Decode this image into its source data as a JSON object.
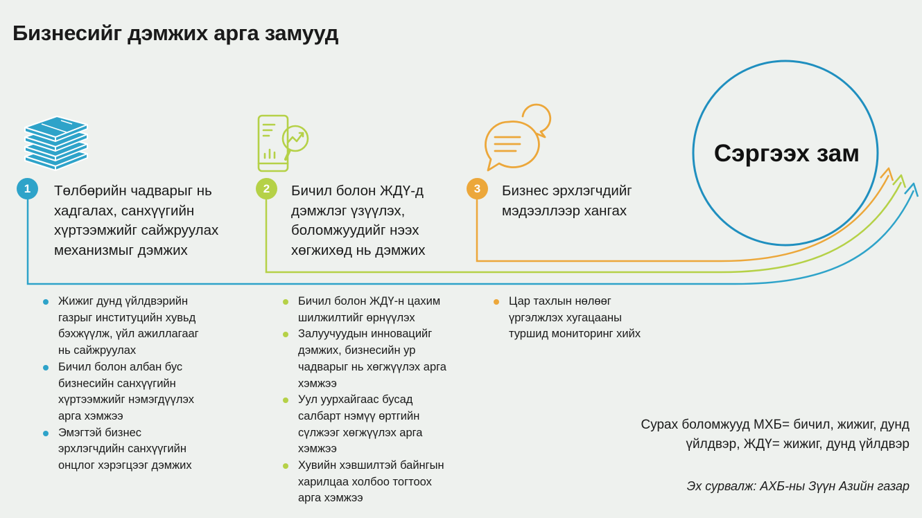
{
  "title": "Бизнесийг дэмжих арга замууд",
  "colors": {
    "step1": "#2ea3c9",
    "step2": "#b5d147",
    "step3": "#eca73a",
    "circle": "#1f8fbf",
    "background": "#eef1ee"
  },
  "goal": {
    "label": "Сэргээх зам"
  },
  "steps": [
    {
      "number": "1",
      "icon": "money-stack-icon",
      "title": [
        "Төлбөрийн чадварыг нь",
        "хадгалах, санхүүгийн",
        "хүртээмжийг сайжруулах",
        "механизмыг дэмжих"
      ],
      "bullets": [
        [
          "Жижиг дунд үйлдвэрийн",
          "газрыг институцийн хувьд",
          "бэхжүүлж, үйл ажиллагааг",
          "нь сайжруулах"
        ],
        [
          "Бичил болон албан бус",
          "бизнесийн санхүүгийн",
          "хүртээмжийг нэмэгдүүлэх",
          "арга хэмжээ"
        ],
        [
          "Эмэгтэй бизнес",
          "эрхлэгчдийн санхүүгийн",
          "онцлог хэрэгцээг дэмжих"
        ]
      ]
    },
    {
      "number": "2",
      "icon": "growth-analysis-icon",
      "title": [
        "Бичил болон ЖДҮ-д",
        "дэмжлэг үзүүлэх,",
        "боломжуудийг нээх",
        "хөгжихөд нь дэмжих"
      ],
      "bullets": [
        [
          "Бичил болон ЖДҮ-н цахим",
          "шилжилтийг өрнүүлэх"
        ],
        [
          "Залуучуудын инновацийг",
          "дэмжих, бизнесийн ур",
          "чадварыг нь хөгжүүлэх арга",
          "хэмжээ"
        ],
        [
          "Уул уурхайгаас бусад",
          "салбарт нэмүү өртгийн",
          "сүлжээг хөгжүүлэх арга",
          "хэмжээ"
        ],
        [
          "Хувийн хэвшилтэй байнгын",
          "харилцаа холбоо тогтоох",
          "арга хэмжээ"
        ]
      ]
    },
    {
      "number": "3",
      "icon": "chat-bubbles-icon",
      "title": [
        "Бизнес эрхлэгчдийг",
        "мэдээллээр хангах"
      ],
      "bullets": [
        [
          "Цар тахлын нөлөөг",
          "үргэлжлэх хугацааны",
          "туршид мониторинг хийх"
        ]
      ]
    }
  ],
  "footnote": [
    "Сурах боломжууд МХБ= бичил, жижиг, дунд",
    "үйлдвэр, ЖДҮ= жижиг, дунд үйлдвэр"
  ],
  "source": "Эх сурвалж: АХБ-ны Зүүн Азийн газар"
}
